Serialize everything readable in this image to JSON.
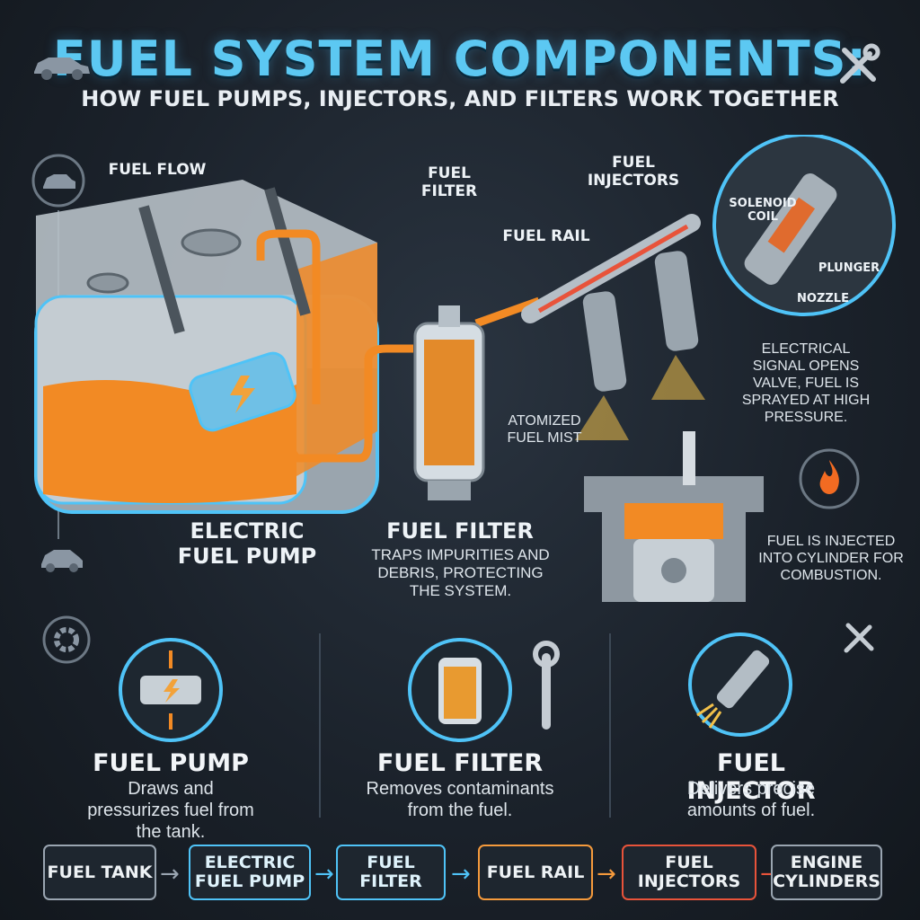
{
  "title": "FUEL SYSTEM COMPONENTS:",
  "subtitle": "HOW FUEL PUMPS, INJECTORS, AND FILTERS WORK TOGETHER",
  "labels": {
    "fuel_flow": "FUEL FLOW",
    "fuel_filter_top": "FUEL FILTER",
    "fuel_injectors": "FUEL INJECTORS",
    "fuel_rail": "FUEL RAIL",
    "solenoid_coil": "SOLENOID COIL",
    "plunger": "PLUNGER",
    "nozzle": "NOZZLE",
    "injector_note": "ELECTRICAL SIGNAL OPENS VALVE, FUEL IS SPRAYED AT HIGH PRESSURE.",
    "atomized": "ATOMIZED FUEL MIST",
    "electric_fuel_pump": "ELECTRIC FUEL PUMP",
    "fuel_filter_main": "FUEL FILTER",
    "filter_note": "TRAPS IMPURITIES AND DEBRIS, PROTECTING THE SYSTEM.",
    "cylinder_note": "FUEL IS INJECTED INTO CYLINDER FOR COMBUSTION."
  },
  "cards": [
    {
      "title": "FUEL PUMP",
      "desc": "Draws and pressurizes fuel from the tank."
    },
    {
      "title": "FUEL FILTER",
      "desc": "Removes contaminants from the fuel."
    },
    {
      "title": "FUEL INJECTOR",
      "desc": "Delivers precise amounts of fuel."
    }
  ],
  "flow": [
    {
      "label": "FUEL TANK",
      "color": "#9aa5b1"
    },
    {
      "label": "ELECTRIC FUEL PUMP",
      "color": "#4fc3f7"
    },
    {
      "label": "FUEL FILTER",
      "color": "#4fc3f7"
    },
    {
      "label": "FUEL RAIL",
      "color": "#f59a3c"
    },
    {
      "label": "FUEL INJECTORS",
      "color": "#e8533a"
    },
    {
      "label": "ENGINE CYLINDERS",
      "color": "#9aa5b1"
    }
  ],
  "colors": {
    "accent": "#4fc3f7",
    "fuel": "#f28a24",
    "danger": "#e8533a"
  },
  "icons": [
    "car-icon",
    "wrench-screwdriver-icon",
    "gear-icon",
    "flame-icon",
    "lightning-icon"
  ]
}
